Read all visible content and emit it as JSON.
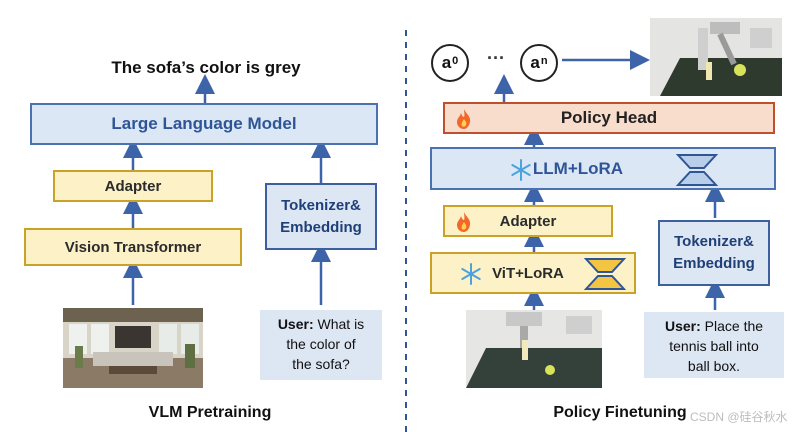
{
  "left": {
    "output_text": "The sofa’s color is grey",
    "llm_label": "Large Language Model",
    "adapter_label": "Adapter",
    "vit_label": "Vision Transformer",
    "tokenizer_line1": "Tokenizer&",
    "tokenizer_line2": "Embedding",
    "query_user": "User:",
    "query_line1": " What is",
    "query_line2": "the color of",
    "query_line3": "the sofa?",
    "caption": "VLM Pretraining"
  },
  "right": {
    "action_first_base": "a",
    "action_first_sup": "0",
    "ellipsis": "···",
    "action_last_base": "a",
    "action_last_sup": "n",
    "policy_head_label": "Policy Head",
    "llm_lora_label": "LLM+LoRA",
    "adapter_label": "Adapter",
    "vit_lora_label": "ViT+LoRA",
    "tokenizer_line1": "Tokenizer&",
    "tokenizer_line2": "Embedding",
    "query_user": "User:",
    "query_line1": " Place the",
    "query_line2": "tennis ball into",
    "query_line3": "ball box.",
    "caption": "Policy Finetuning"
  },
  "watermark": "CSDN @硅谷秋水",
  "colors": {
    "arrow": "#3d64a8",
    "divider": "#2f5597",
    "frozen_icon": "snowflake-icon",
    "trainable_icon": "fire-icon"
  }
}
